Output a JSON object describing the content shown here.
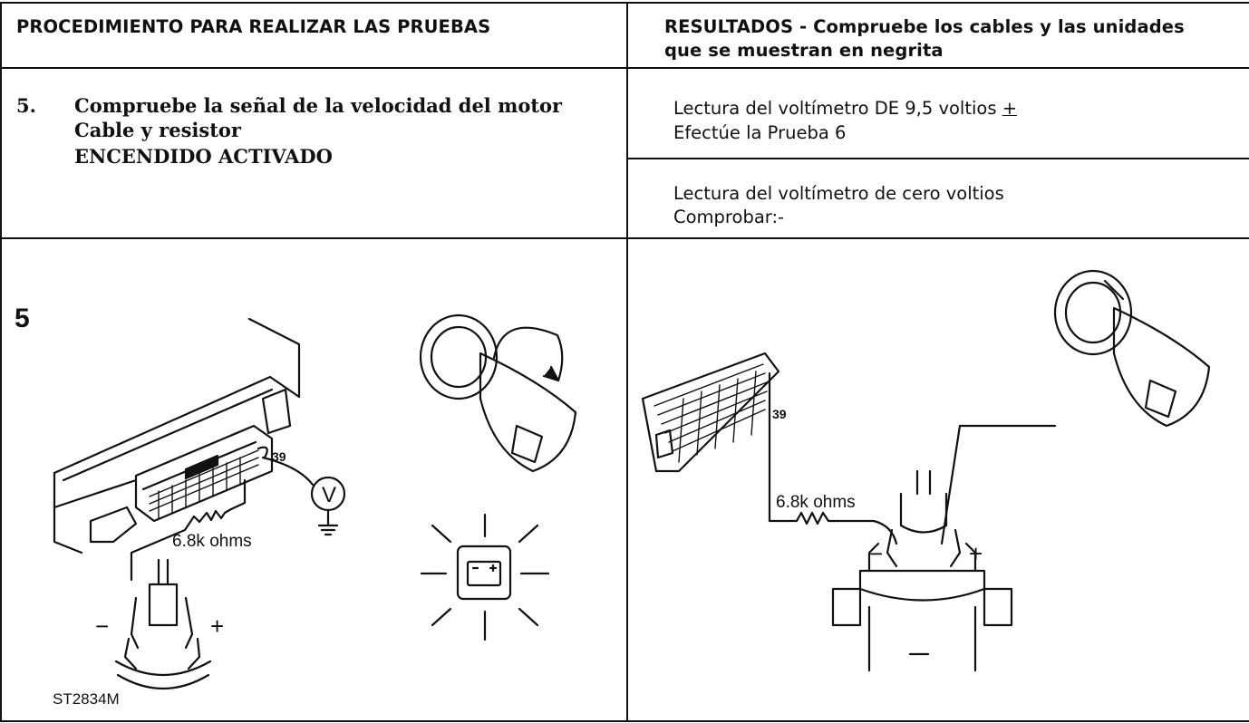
{
  "header": {
    "left": "PROCEDIMIENTO PARA REALIZAR LAS PRUEBAS",
    "right_line1": "RESULTADOS - Compruebe los cables y las unidades",
    "right_line2": "que se muestran en negrita"
  },
  "step": {
    "number": "5.",
    "line1": "Compruebe la señal de la velocidad del motor",
    "line2": "Cable y resistor",
    "line3": "ENCENDIDO ACTIVADO"
  },
  "results": [
    {
      "line1": "Lectura del voltímetro DE 9,5 voltios",
      "symbol": "+",
      "line2": "Efectúe la Prueba 6"
    },
    {
      "line1": "Lectura del voltímetro de cero voltios",
      "line2": "Comprobar:-"
    }
  ],
  "figure_left": {
    "label": "5",
    "resistor": "6.8k  ohms",
    "pin": "39",
    "voltmeter": "V",
    "minus": "−",
    "plus": "+",
    "code": "ST2834M",
    "icons": [
      "ecu-connector-icon",
      "voltmeter-icon",
      "ignition-key-icon",
      "battery-warning-lamp-icon",
      "ignition-coil-icon"
    ]
  },
  "figure_right": {
    "pin": "39",
    "resistor": "6.8k  ohms",
    "minus": "−",
    "plus": "+",
    "icons": [
      "connector-icon",
      "ignition-key-icon",
      "ignition-coil-icon"
    ]
  }
}
